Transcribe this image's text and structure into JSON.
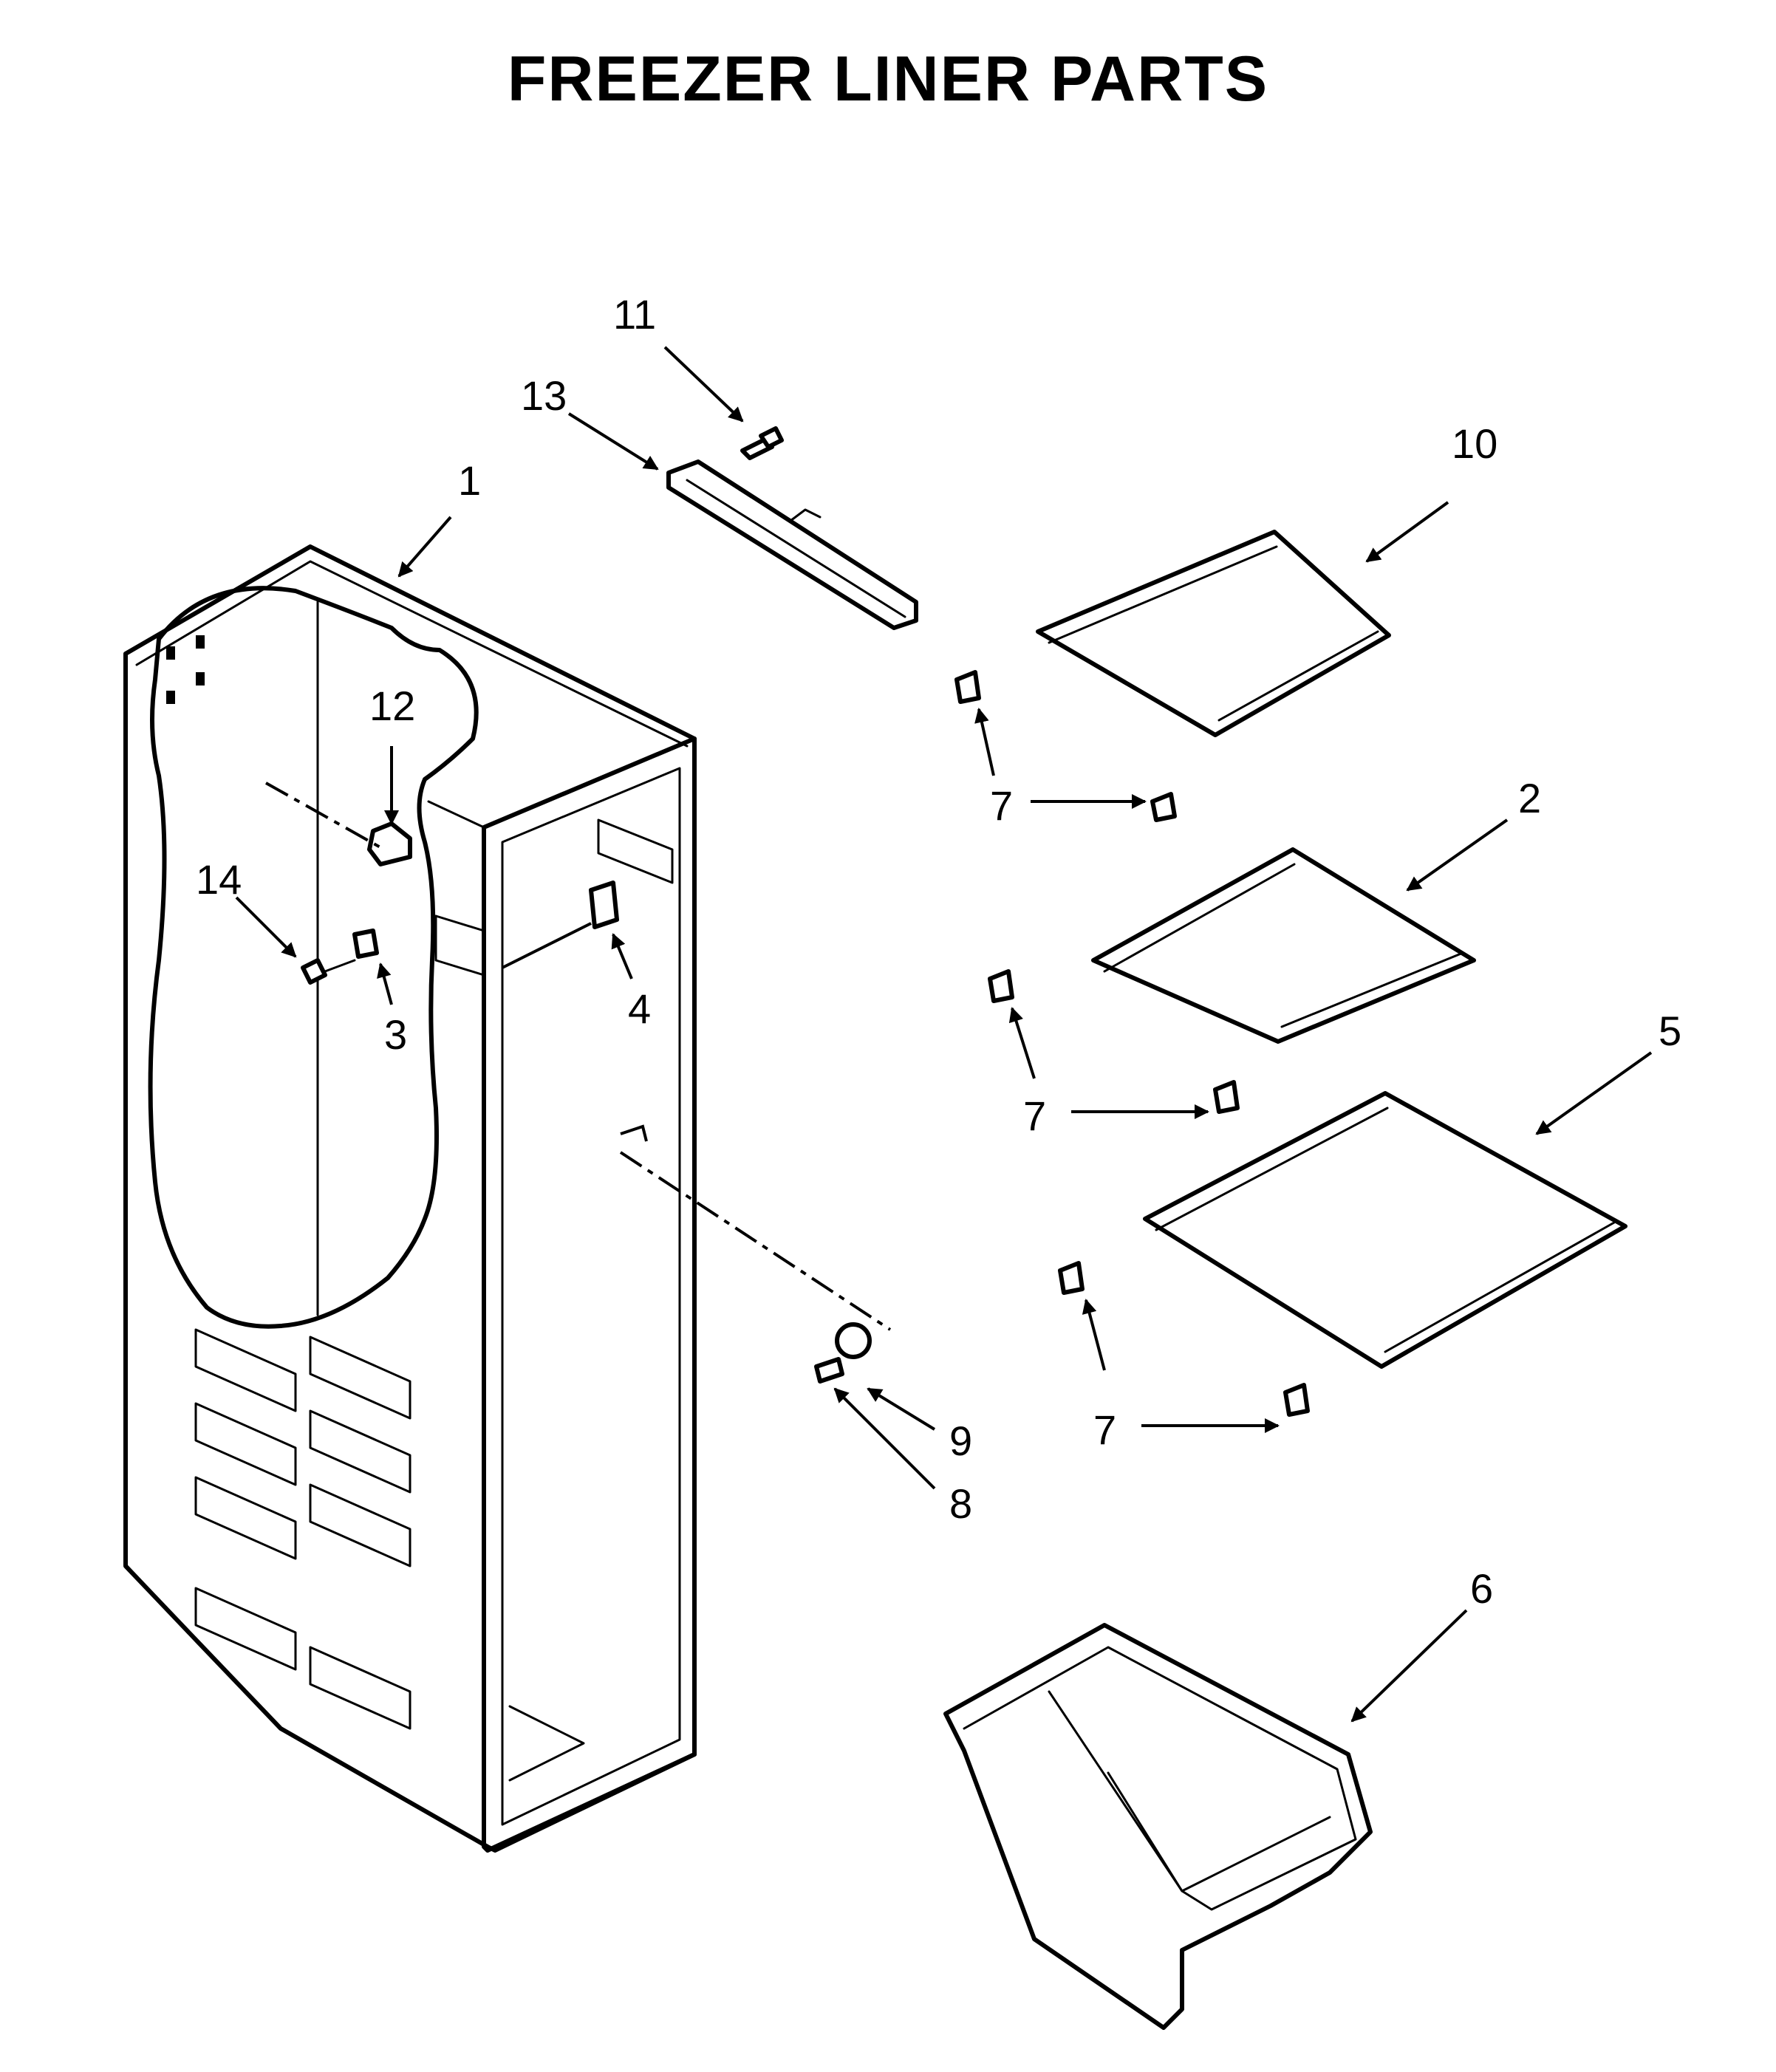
{
  "title": "FREEZER LINER PARTS",
  "callouts": {
    "c1": "1",
    "c2": "2",
    "c3": "3",
    "c4": "4",
    "c5": "5",
    "c6": "6",
    "c7a": "7",
    "c7b": "7",
    "c7c": "7",
    "c8": "8",
    "c9": "9",
    "c10": "10",
    "c11": "11",
    "c12": "12",
    "c13": "13",
    "c14": "14"
  },
  "icons": [
    "liner-icon",
    "shelf-icon",
    "bin-icon",
    "rail-icon",
    "screw-icon",
    "shelf-support-icon",
    "clip-icon"
  ]
}
